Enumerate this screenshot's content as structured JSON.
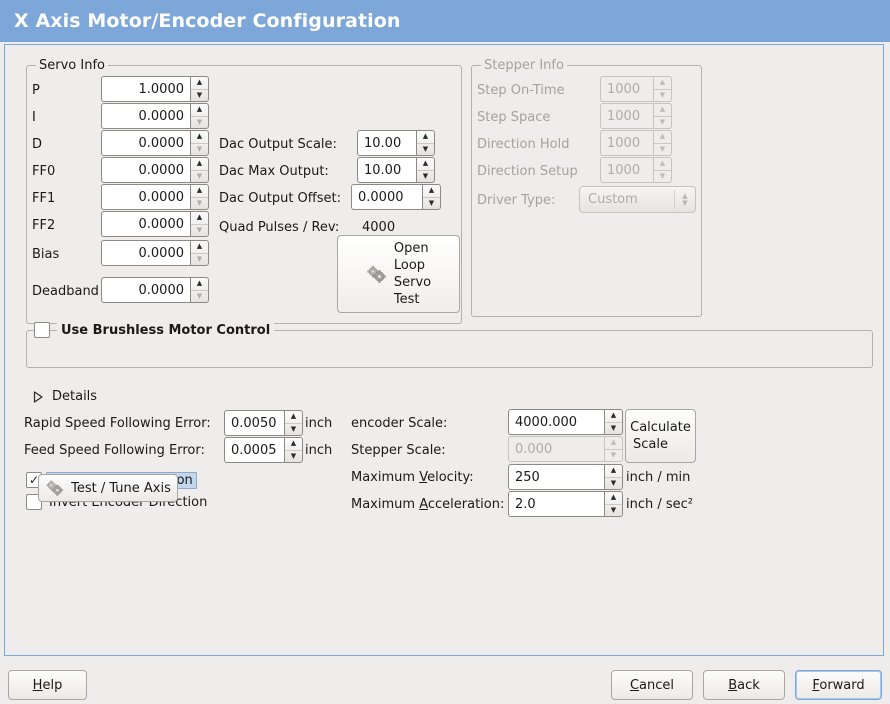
{
  "window": {
    "title": "X Axis Motor/Encoder Configuration",
    "title_bar_color": "#7da7d9",
    "background_color": "#eeedeb"
  },
  "servo_info": {
    "frame_title": "Servo Info",
    "fields": [
      {
        "label": "P",
        "value": "1.0000"
      },
      {
        "label": "I",
        "value": "0.0000"
      },
      {
        "label": "D",
        "value": "0.0000"
      },
      {
        "label": "FF0",
        "value": "0.0000"
      },
      {
        "label": "FF1",
        "value": "0.0000"
      },
      {
        "label": "FF2",
        "value": "0.0000"
      },
      {
        "label": "Bias",
        "value": "0.0000"
      },
      {
        "label": "Deadband",
        "value": "0.0000"
      }
    ],
    "dac": [
      {
        "label": "Dac Output Scale:",
        "value": "10.00"
      },
      {
        "label": "Dac Max Output:",
        "value": "10.00"
      },
      {
        "label": "Dac Output Offset:",
        "value": "0.0000"
      }
    ],
    "quad_pulses_label": "Quad Pulses / Rev:",
    "quad_pulses_value": "4000",
    "open_loop_button": "Open\nLoop\nServo\nTest",
    "open_loop_lines": [
      "Open",
      "Loop",
      "Servo",
      "Test"
    ],
    "open_loop_icon": "gears-icon"
  },
  "stepper_info": {
    "frame_title": "Stepper Info",
    "disabled": true,
    "fields": [
      {
        "label": "Step On-Time",
        "value": "1000"
      },
      {
        "label": "Step Space",
        "value": "1000"
      },
      {
        "label": "Direction Hold",
        "value": "1000"
      },
      {
        "label": "Direction Setup",
        "value": "1000"
      }
    ],
    "driver_type_label": "Driver Type:",
    "driver_type_value": "Custom"
  },
  "brushless": {
    "checkbox_label": "Use Brushless Motor Control",
    "checked": false,
    "expander_label": "Details",
    "expanded": false
  },
  "tuning": {
    "rapid_label": "Rapid Speed Following Error:",
    "rapid_value": "0.0050",
    "rapid_unit": "inch",
    "feed_label": "Feed Speed Following Error:",
    "feed_value": "0.0005",
    "feed_unit": "inch",
    "invert_motor_label": "Invert Motor Direction",
    "invert_motor_checked": true,
    "invert_encoder_label": "Invert Encoder Direction",
    "invert_encoder_checked": false,
    "test_tune_button": "Test / Tune Axis",
    "test_tune_icon": "gears-icon"
  },
  "scales": {
    "encoder_label": "encoder Scale:",
    "encoder_value": "4000.000",
    "stepper_label": "Stepper Scale:",
    "stepper_value": "0.000",
    "stepper_disabled": true,
    "calculate_button_lines": [
      "Calculate",
      "Scale"
    ],
    "max_velocity_label": "Maximum Velocity:",
    "max_velocity_mnemonic": "V",
    "max_velocity_value": "250",
    "max_velocity_unit": "inch / min",
    "max_accel_label": "Maximum Acceleration:",
    "max_accel_mnemonic": "A",
    "max_accel_value": "2.0",
    "max_accel_unit": "inch / sec²"
  },
  "footer": {
    "help": "Help",
    "help_mnemonic": "H",
    "cancel": "Cancel",
    "cancel_mnemonic": "C",
    "back": "Back",
    "back_mnemonic": "B",
    "forward": "Forward",
    "forward_mnemonic": "F",
    "focused_button": "forward"
  }
}
